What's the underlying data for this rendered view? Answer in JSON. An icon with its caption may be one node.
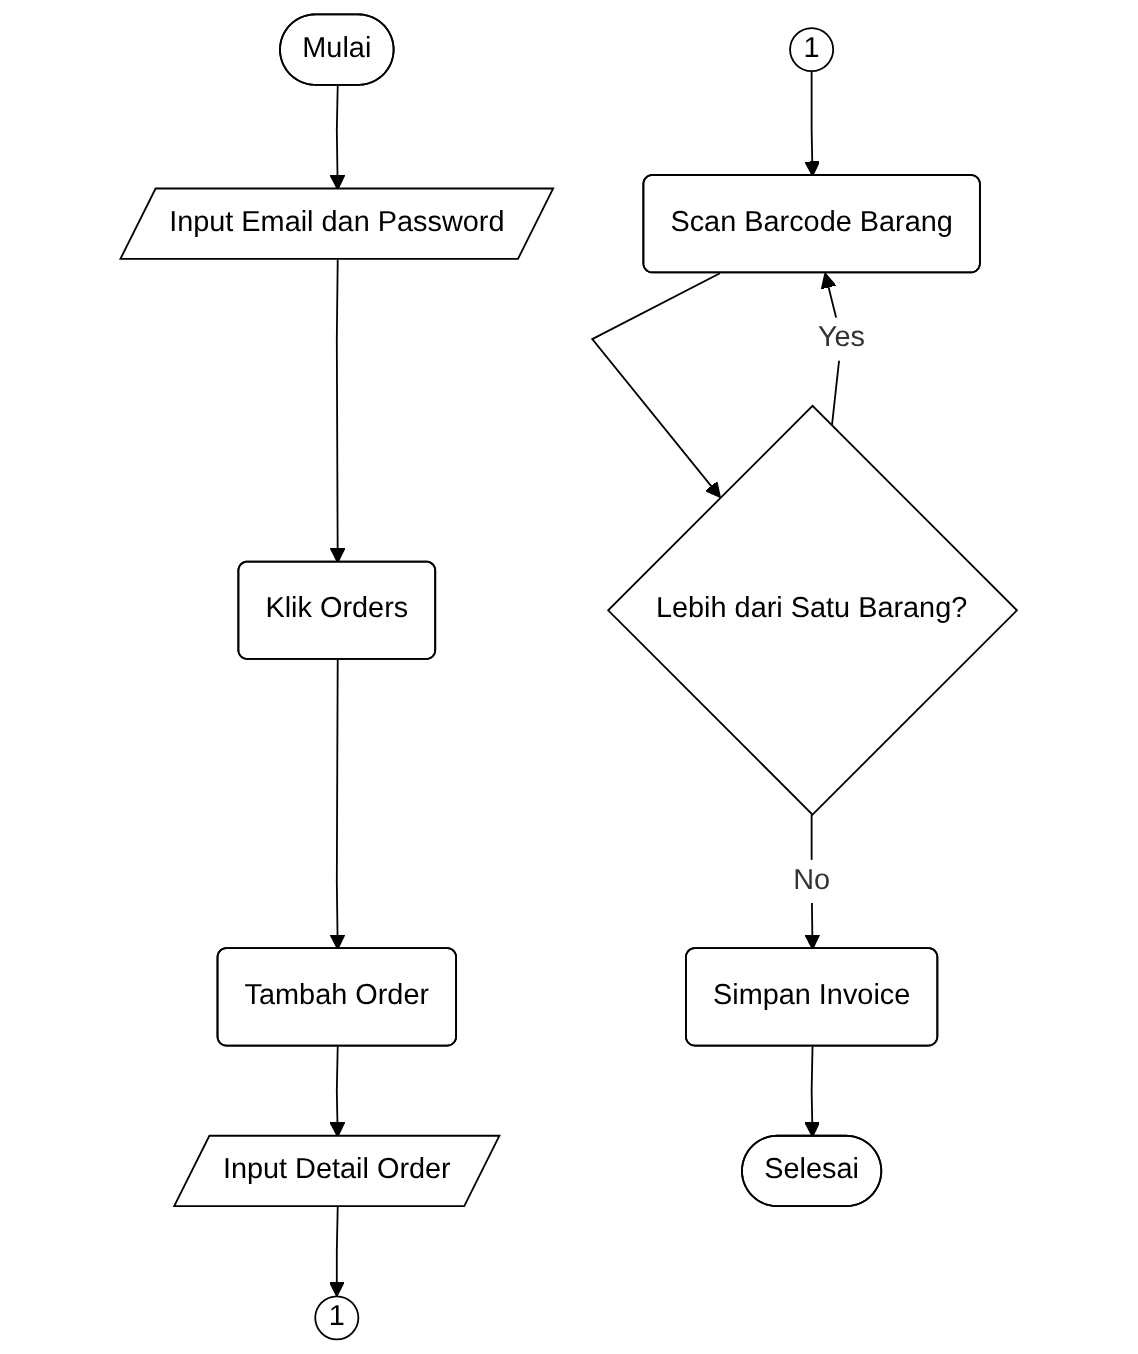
{
  "diagram": {
    "nodes": [
      {
        "text": [
          "Mulai"
        ]
      },
      {
        "text": [
          "Input Email dan Password"
        ]
      },
      {
        "text": [
          "Klik Orders"
        ]
      },
      {
        "text": [
          "Tambah Order"
        ]
      },
      {
        "text": [
          "Input Detail Order"
        ]
      },
      {
        "text": [
          "1"
        ]
      },
      {
        "text": [
          "1"
        ]
      },
      {
        "text": [
          "Scan Barcode Barang"
        ]
      },
      {
        "text": [
          "Lebih dari Satu Barang?"
        ]
      },
      {
        "text": [
          "Simpan Invoice"
        ]
      },
      {
        "text": [
          "Selesai"
        ]
      }
    ],
    "edges": [
      {
        "from": 0,
        "to": 1,
        "arrow": "to"
      },
      {
        "from": 1,
        "to": 2,
        "arrow": "to"
      },
      {
        "from": 2,
        "to": 3,
        "arrow": "to"
      },
      {
        "from": 3,
        "to": 4,
        "arrow": "to"
      },
      {
        "from": 4,
        "to": 5,
        "arrow": "to"
      },
      {
        "from": 6,
        "to": 7,
        "arrow": "to"
      },
      {
        "from": 7,
        "to": 8,
        "arrow": "to"
      },
      {
        "from": 8,
        "to": 7,
        "label": "Yes",
        "arrow": "to"
      },
      {
        "from": 8,
        "to": 9,
        "label": "No",
        "arrow": "to"
      },
      {
        "from": 9,
        "to": 10,
        "arrow": "to"
      }
    ]
  }
}
